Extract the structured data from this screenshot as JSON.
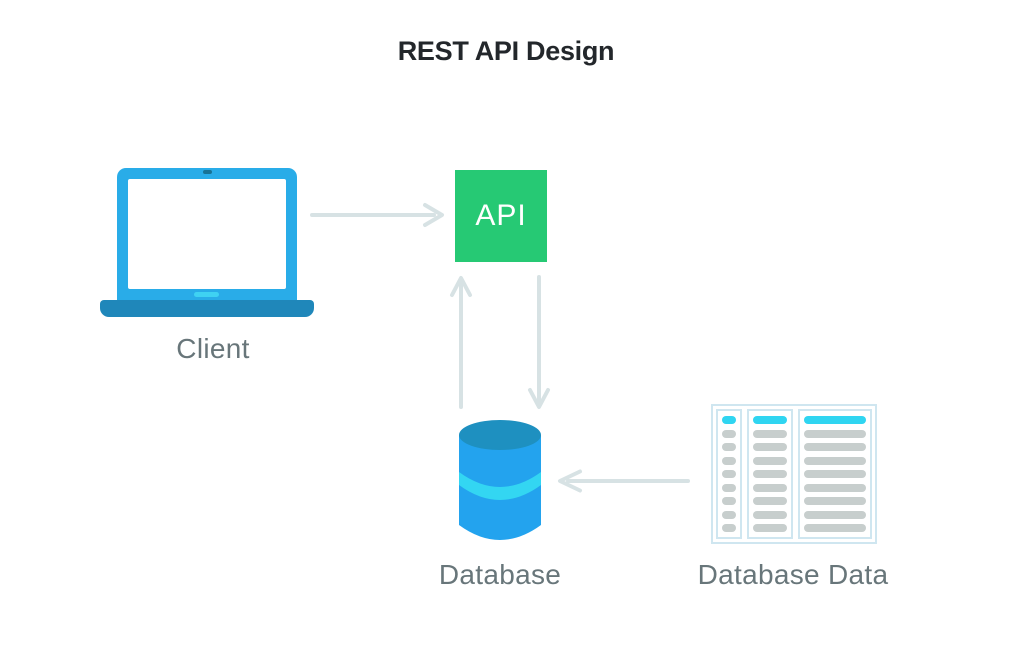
{
  "title": "REST API Design",
  "nodes": {
    "client": {
      "label": "Client",
      "icon": "laptop-icon"
    },
    "api": {
      "label": "API",
      "icon": "green-box"
    },
    "database": {
      "label": "Database",
      "icon": "database-cylinder-icon"
    },
    "database_data": {
      "label": "Database Data",
      "icon": "data-table-icon"
    }
  },
  "arrows": [
    {
      "from": "client",
      "to": "api",
      "direction": "right"
    },
    {
      "from": "database",
      "to": "api",
      "direction": "up"
    },
    {
      "from": "api",
      "to": "database",
      "direction": "down"
    },
    {
      "from": "database_data",
      "to": "database",
      "direction": "left"
    }
  ],
  "table_icon": {
    "columns": 3,
    "rows_per_column": 9,
    "first_row_is_header": true
  },
  "colors": {
    "background": "#ffffff",
    "title_text": "#23272b",
    "label_text": "#68767a",
    "arrow": "#d7e2e4",
    "api_box": "#26c974",
    "api_text": "#ffffff",
    "laptop_blue": "#29ace8",
    "laptop_base_blue": "#1f87ba",
    "laptop_notch_cyan": "#3fd2f2",
    "laptop_camera": "#187396",
    "database_body": "#23a3ee",
    "database_top": "#1e90c0",
    "database_stripe": "#33d6f2",
    "table_border": "#cfe6f0",
    "table_header_row": "#2fd5f1",
    "table_row": "#c7cecd"
  }
}
